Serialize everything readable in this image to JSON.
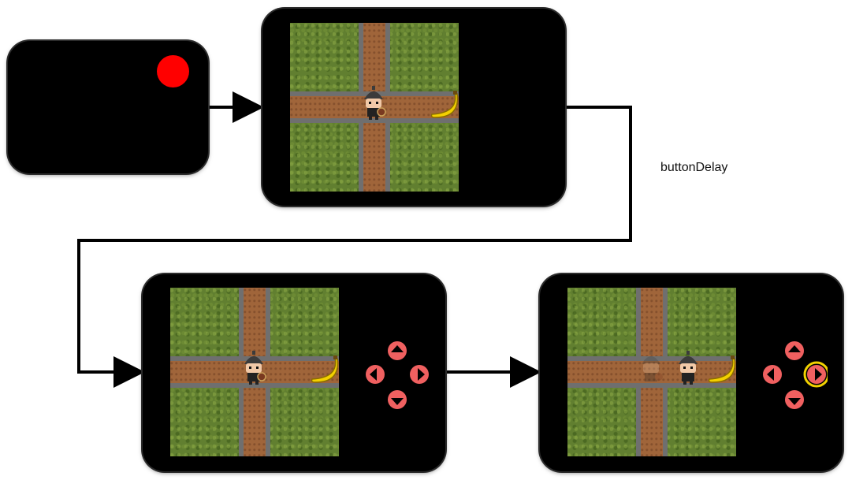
{
  "diagram": {
    "edge_label": "buttonDelay",
    "colors": {
      "record_dot": "#ff0000",
      "button_fill": "#f06060",
      "highlight_ring": "#f2d200",
      "panel": "#000000",
      "grass": "#617f30",
      "road": "#a0653a",
      "stone": "#6f6f6f"
    },
    "frames": [
      {
        "name": "recording-start",
        "icons": [
          "record-dot-icon"
        ]
      },
      {
        "name": "game-board",
        "icons": [
          "knight-icon",
          "banana-icon"
        ]
      },
      {
        "name": "game-board-with-controls",
        "icons": [
          "knight-icon",
          "banana-icon",
          "dpad-up-icon",
          "dpad-left-icon",
          "dpad-right-icon",
          "dpad-down-icon"
        ]
      },
      {
        "name": "game-board-after-move",
        "icons": [
          "knight-ghost-icon",
          "knight-icon",
          "banana-icon",
          "dpad-up-icon",
          "dpad-left-icon",
          "dpad-right-highlighted-icon",
          "dpad-down-icon"
        ]
      }
    ]
  }
}
